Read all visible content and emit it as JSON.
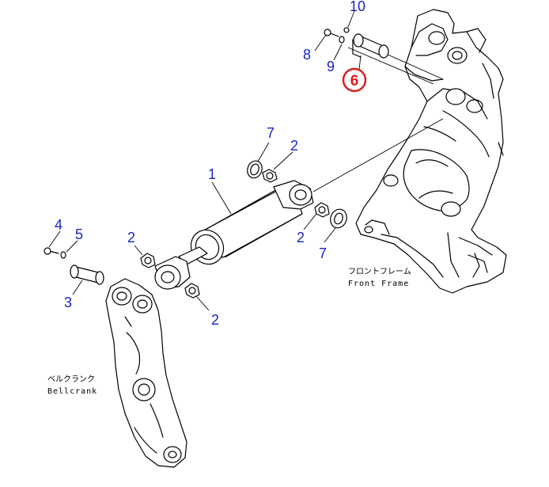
{
  "callouts": {
    "n1": "1",
    "n2a": "2",
    "n2b": "2",
    "n2c": "2",
    "n2d": "2",
    "n3": "3",
    "n4": "4",
    "n5": "5",
    "n6": "6",
    "n7a": "7",
    "n7b": "7",
    "n8": "8",
    "n9": "9",
    "n10": "10"
  },
  "labels": {
    "front_frame_jp": "フロントフレーム",
    "front_frame_en": "Front Frame",
    "bellcrank_jp": "ベルクランク",
    "bellcrank_en": "Bellcrank"
  },
  "colors": {
    "callout": "#1a24c8",
    "highlight": "#e01818",
    "line": "#000000"
  }
}
